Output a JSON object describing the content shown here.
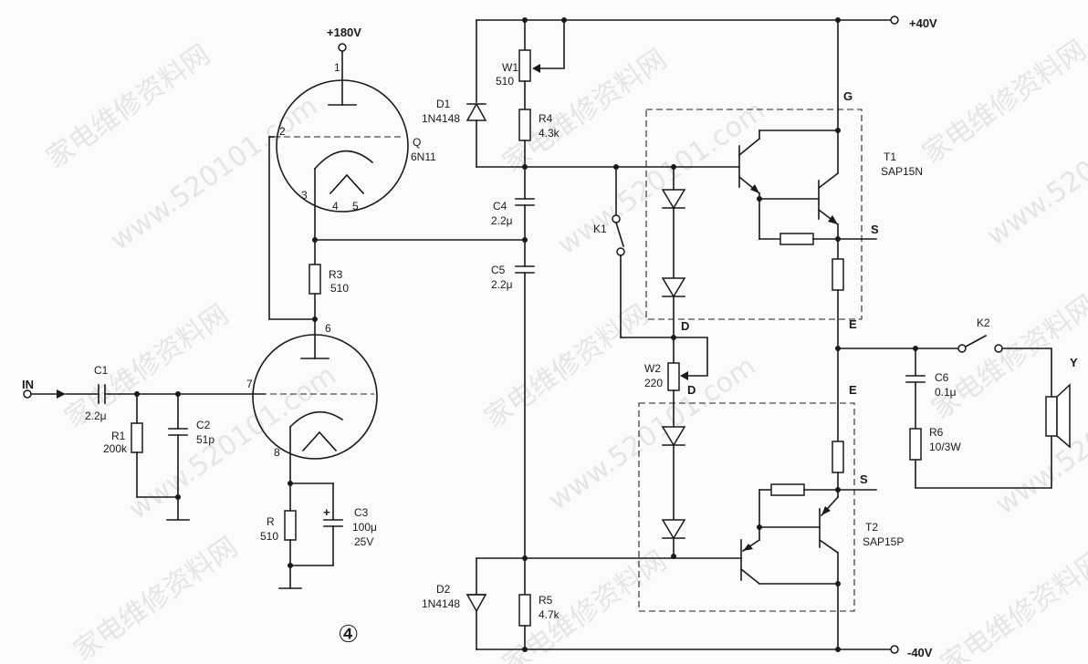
{
  "watermark": {
    "text_cn": "家电维修资料网",
    "text_url": "www.520101.com"
  },
  "figure_number": "④",
  "input_label": "IN",
  "supplies": {
    "tube_plate": "+180V",
    "positive_rail": "+40V",
    "negative_rail": "-40V"
  },
  "tube": {
    "designator": "Q",
    "type": "6N11",
    "pins": {
      "plate1": "1",
      "grid1": "2",
      "cathode1": "3",
      "heater_a": "4",
      "heater_b": "5",
      "plate2": "6",
      "grid2": "7",
      "cathode2": "8"
    }
  },
  "components": {
    "C1": {
      "name": "C1",
      "value": "2.2μ"
    },
    "R1": {
      "name": "R1",
      "value": "200k"
    },
    "C2": {
      "name": "C2",
      "value": "51p"
    },
    "R3": {
      "name": "R3",
      "value": "510"
    },
    "R": {
      "name": "R",
      "value": "510"
    },
    "C3": {
      "name": "C3",
      "value": "100μ",
      "rating": "25V"
    },
    "W1": {
      "name": "W1",
      "value": "510"
    },
    "D1": {
      "name": "D1",
      "value": "1N4148"
    },
    "R4": {
      "name": "R4",
      "value": "4.3k"
    },
    "C4": {
      "name": "C4",
      "value": "2.2μ"
    },
    "C5": {
      "name": "C5",
      "value": "2.2μ"
    },
    "K1": {
      "name": "K1"
    },
    "W2": {
      "name": "W2",
      "value": "220"
    },
    "D2": {
      "name": "D2",
      "value": "1N4148"
    },
    "R5": {
      "name": "R5",
      "value": "4.7k"
    },
    "T1": {
      "name": "T1",
      "value": "SAP15N"
    },
    "T2": {
      "name": "T2",
      "value": "SAP15P"
    },
    "C6": {
      "name": "C6",
      "value": "0.1μ"
    },
    "R6": {
      "name": "R6",
      "value": "10/3W"
    },
    "K2": {
      "name": "K2"
    },
    "speaker": {
      "name": "Y"
    }
  },
  "node_labels": {
    "G": "G",
    "S_top": "S",
    "E_top": "E",
    "D_top": "D",
    "D_bottom": "D",
    "E_bottom": "E",
    "S_bottom": "S"
  },
  "colors": {
    "ink": "#1a1a1a",
    "paper": "#fbfbf9",
    "watermark": "#d4d4d4"
  }
}
